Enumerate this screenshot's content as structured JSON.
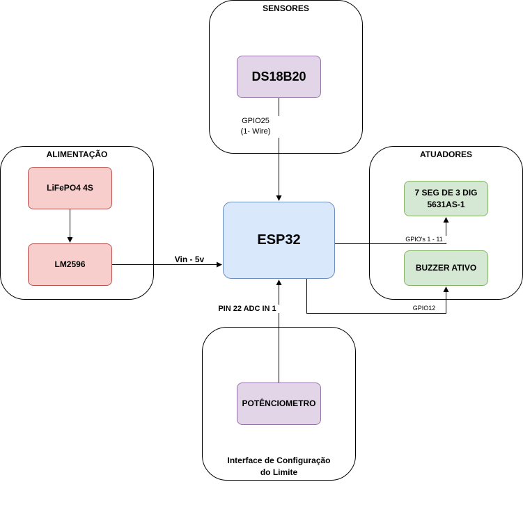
{
  "groups": {
    "sensores": "SENSORES",
    "alimentacao": "ALIMENTAÇÃO",
    "atuadores": "ATUADORES",
    "interface": "Interface de Configuração\ndo Limite"
  },
  "nodes": {
    "ds18b20": "DS18B20",
    "lifepo4": "LiFePO4 4S",
    "lm2596": "LM2596",
    "esp32": "ESP32",
    "display": "7 SEG DE 3 DIG\n5631AS-1",
    "buzzer": "BUZZER ATIVO",
    "pot": "POTÊNCIOMETRO"
  },
  "edges": {
    "gpio25": "GPIO25\n(1- Wire)",
    "vin": "Vin - 5v",
    "gpios": "GPIO's 1 - 11",
    "gpio12": "GPIO12",
    "adc": "PIN 22 ADC IN 1"
  }
}
